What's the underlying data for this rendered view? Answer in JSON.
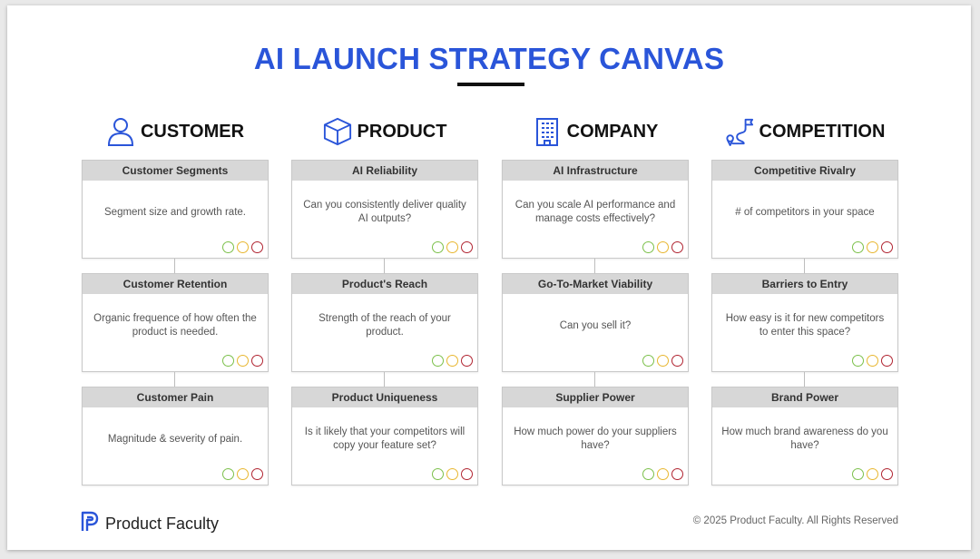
{
  "title": "AI LAUNCH STRATEGY CANVAS",
  "colors": {
    "title": "#2a55d9",
    "icon": "#2a55d9",
    "green": "#7cc04b",
    "yellow": "#e8b731",
    "red": "#b02330"
  },
  "columns": [
    {
      "title": "CUSTOMER",
      "icon": "person-icon",
      "cards": [
        {
          "heading": "Customer Segments",
          "text": "Segment size and growth rate."
        },
        {
          "heading": "Customer Retention",
          "text": "Organic frequence of how often the product is needed."
        },
        {
          "heading": "Customer Pain",
          "text": "Magnitude & severity of pain."
        }
      ]
    },
    {
      "title": "PRODUCT",
      "icon": "cube-icon",
      "cards": [
        {
          "heading": "AI Reliability",
          "text": "Can you consistently deliver quality AI outputs?"
        },
        {
          "heading": "Product's Reach",
          "text": "Strength of the reach of your product."
        },
        {
          "heading": "Product Uniqueness",
          "text": "Is it likely that your competitors will copy your feature set?"
        }
      ]
    },
    {
      "title": "COMPANY",
      "icon": "building-icon",
      "cards": [
        {
          "heading": "AI Infrastructure",
          "text": "Can you scale AI performance and manage costs effectively?"
        },
        {
          "heading": "Go-To-Market Viability",
          "text": "Can you sell it?"
        },
        {
          "heading": "Supplier Power",
          "text": "How much power do your suppliers have?"
        }
      ]
    },
    {
      "title": "COMPETITION",
      "icon": "route-flag-icon",
      "cards": [
        {
          "heading": "Competitive Rivalry",
          "text": "# of competitors in your space"
        },
        {
          "heading": "Barriers to Entry",
          "text": "How easy is it for new competitors to enter this space?"
        },
        {
          "heading": "Brand Power",
          "text": "How much brand awareness do you have?"
        }
      ]
    }
  ],
  "footer": {
    "brand": "Product Faculty",
    "copyright": "© 2025 Product Faculty. All Rights Reserved"
  }
}
